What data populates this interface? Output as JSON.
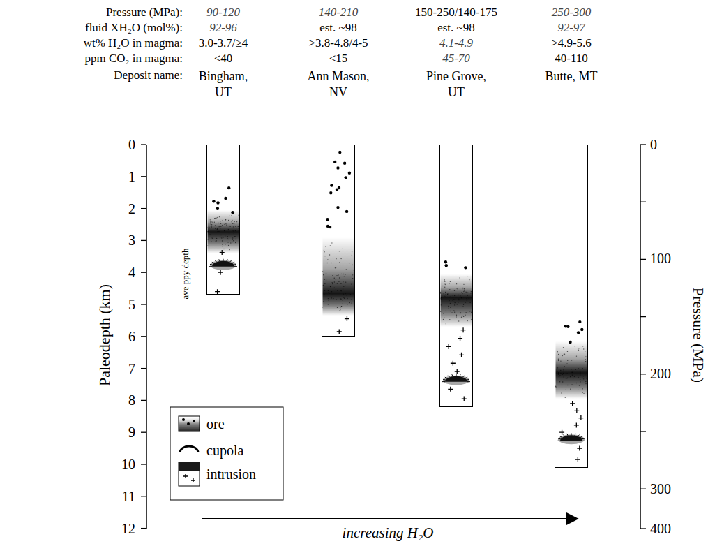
{
  "diagram": {
    "nodes": [
      {
        "text": [
          "Bingham, UT"
        ]
      },
      {
        "text": [
          "Ann Mason, NV"
        ]
      },
      {
        "text": [
          "Pine Grove, UT"
        ]
      },
      {
        "text": [
          "Butte, MT"
        ]
      }
    ],
    "labels": [
      "Pressure (MPa):",
      "90-120",
      "140-210",
      "150-250/140-175",
      "250-300",
      "fluid XH₂O (mol%):",
      "92-96",
      "est. ~98",
      "est. ~98",
      "92-97",
      "wt% H₂O in magma:",
      "3.0-3.7/≥4",
      ">3.8-4.8/4-5",
      "4.1-4.9",
      ">4.9-5.6",
      "ppm CO₂ in magma:",
      "<40",
      "<15",
      "45-70",
      "40-110",
      "Deposit name:",
      "ave ppy depth",
      "Paleodepth (km)",
      "0",
      "1",
      "2",
      "3",
      "4",
      "5",
      "6",
      "7",
      "8",
      "9",
      "10",
      "11",
      "12",
      "Pressure (MPa)",
      "0",
      "100",
      "200",
      "300",
      "400",
      "increasing H₂O"
    ],
    "legend": [
      {
        "text": "ore"
      },
      {
        "text": "cupola"
      },
      {
        "text": "intrusion"
      }
    ]
  }
}
